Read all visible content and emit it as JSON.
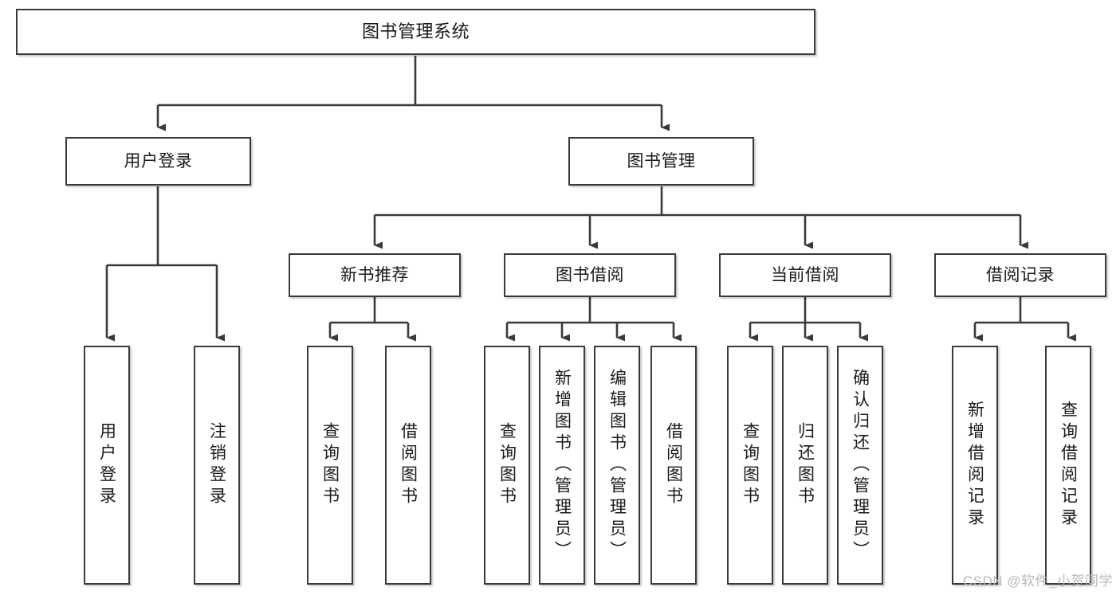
{
  "diagram": {
    "title": "图书管理系统",
    "type": "tree",
    "watermark": "CSDN @软件_小贺同学",
    "colors": {
      "box_border": "#3a3a3a",
      "box_fill": "#ffffff",
      "connector": "#3a3a3a",
      "text": "#1a1a1a",
      "watermark": "#b9b9b9",
      "background": "#ffffff"
    },
    "nodes": {
      "root": {
        "label": "图书管理系统"
      },
      "level2": [
        {
          "id": "user-login",
          "label": "用户登录"
        },
        {
          "id": "book-manage",
          "label": "图书管理"
        }
      ],
      "level3": [
        {
          "id": "new-book-recommend",
          "label": "新书推荐"
        },
        {
          "id": "book-borrow",
          "label": "图书借阅"
        },
        {
          "id": "current-borrow",
          "label": "当前借阅"
        },
        {
          "id": "borrow-record",
          "label": "借阅记录"
        }
      ],
      "leaves": [
        {
          "id": "leaf-user-login",
          "label": "用户登录",
          "parent": "user-login"
        },
        {
          "id": "leaf-user-logout",
          "label": "注销登录",
          "parent": "user-login"
        },
        {
          "id": "leaf-query-book-1",
          "label": "查询图书",
          "parent": "new-book-recommend"
        },
        {
          "id": "leaf-borrow-book-1",
          "label": "借阅图书",
          "parent": "new-book-recommend"
        },
        {
          "id": "leaf-query-book-2",
          "label": "查询图书",
          "parent": "book-borrow"
        },
        {
          "id": "leaf-add-book",
          "label": "新增图书（管理员）",
          "parent": "book-borrow"
        },
        {
          "id": "leaf-edit-book",
          "label": "编辑图书（管理员）",
          "parent": "book-borrow"
        },
        {
          "id": "leaf-borrow-book-2",
          "label": "借阅图书",
          "parent": "book-borrow"
        },
        {
          "id": "leaf-query-book-3",
          "label": "查询图书",
          "parent": "current-borrow"
        },
        {
          "id": "leaf-return-book",
          "label": "归还图书",
          "parent": "current-borrow"
        },
        {
          "id": "leaf-confirm-return",
          "label": "确认归还（管理员）",
          "parent": "current-borrow"
        },
        {
          "id": "leaf-add-record",
          "label": "新增借阅记录",
          "parent": "borrow-record"
        },
        {
          "id": "leaf-query-record",
          "label": "查询借阅记录",
          "parent": "borrow-record"
        }
      ]
    }
  }
}
